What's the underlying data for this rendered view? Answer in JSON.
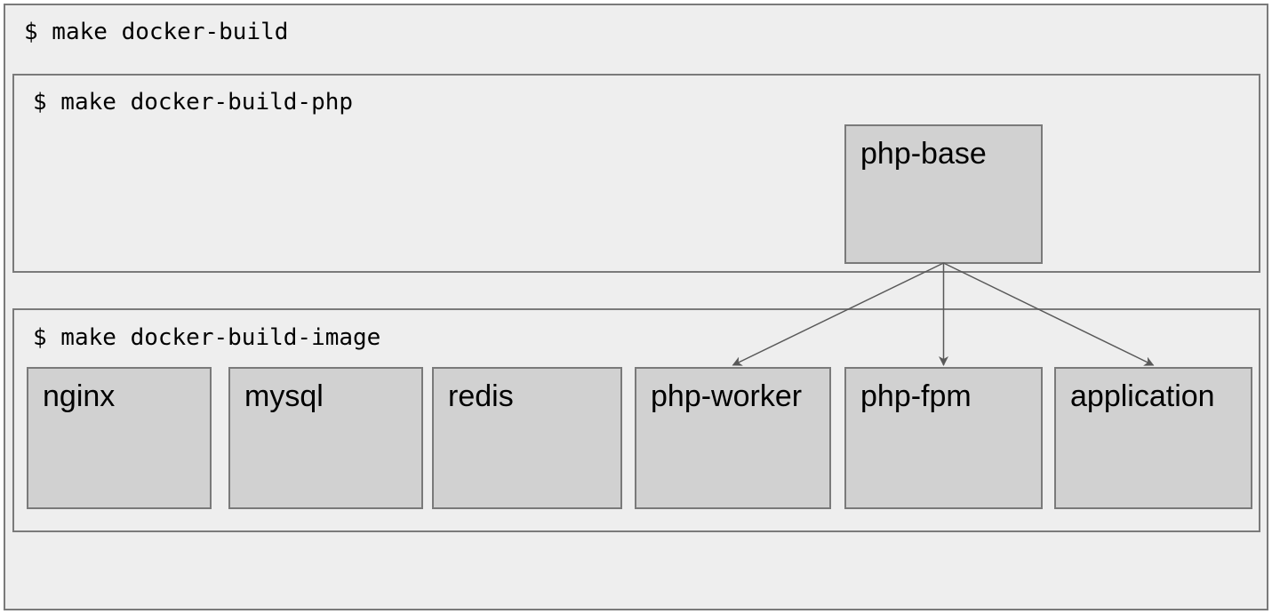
{
  "diagram": {
    "groups": [
      {
        "id": "docker-build",
        "label": "$ make docker-build"
      },
      {
        "id": "docker-build-php",
        "label": "$ make docker-build-php"
      },
      {
        "id": "docker-build-image",
        "label": "$ make docker-build-image"
      }
    ],
    "nodes": [
      {
        "id": "php-base",
        "label": "php-base",
        "group": "docker-build-php"
      },
      {
        "id": "nginx",
        "label": "nginx",
        "group": "docker-build-image"
      },
      {
        "id": "mysql",
        "label": "mysql",
        "group": "docker-build-image"
      },
      {
        "id": "redis",
        "label": "redis",
        "group": "docker-build-image"
      },
      {
        "id": "php-worker",
        "label": "php-worker",
        "group": "docker-build-image"
      },
      {
        "id": "php-fpm",
        "label": "php-fpm",
        "group": "docker-build-image"
      },
      {
        "id": "application",
        "label": "application",
        "group": "docker-build-image"
      }
    ],
    "edges": [
      {
        "from": "php-base",
        "to": "php-worker"
      },
      {
        "from": "php-base",
        "to": "php-fpm"
      },
      {
        "from": "php-base",
        "to": "application"
      }
    ],
    "colors": {
      "background": "#eeeeee",
      "node_fill": "#d1d1d1",
      "border": "#7a7a7a",
      "arrow": "#595959",
      "text": "#000000"
    }
  }
}
